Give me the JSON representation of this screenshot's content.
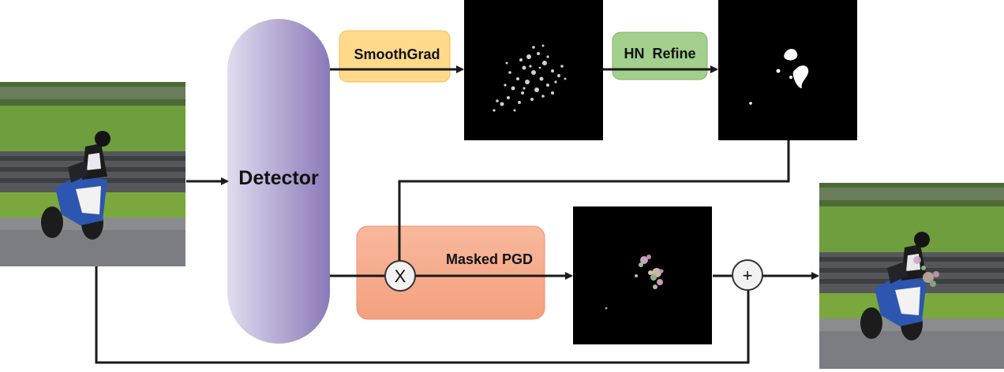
{
  "diagram": {
    "detector_label": "Detector",
    "smoothgrad_label": "SmoothGrad",
    "hn_refine_label": "HN  Refine",
    "masked_pgd_label": "Masked PGD",
    "multiply_symbol": "X",
    "add_symbol": "+"
  },
  "colors": {
    "detector_light": "#ddd6ec",
    "detector_dark": "#8e7dbb",
    "smoothgrad_fill": "#ffd98a",
    "hn_refine_fill": "#a3d08c",
    "masked_pgd_fill": "#f6a98d",
    "line": "#1a1a1a"
  },
  "icons": {
    "input_image": "motorcycle-photo",
    "saliency_map": "noisy-saliency-mask",
    "refined_mask": "refined-binary-mask",
    "perturbation": "masked-perturbation",
    "output_image": "adversarial-motorcycle-photo"
  }
}
